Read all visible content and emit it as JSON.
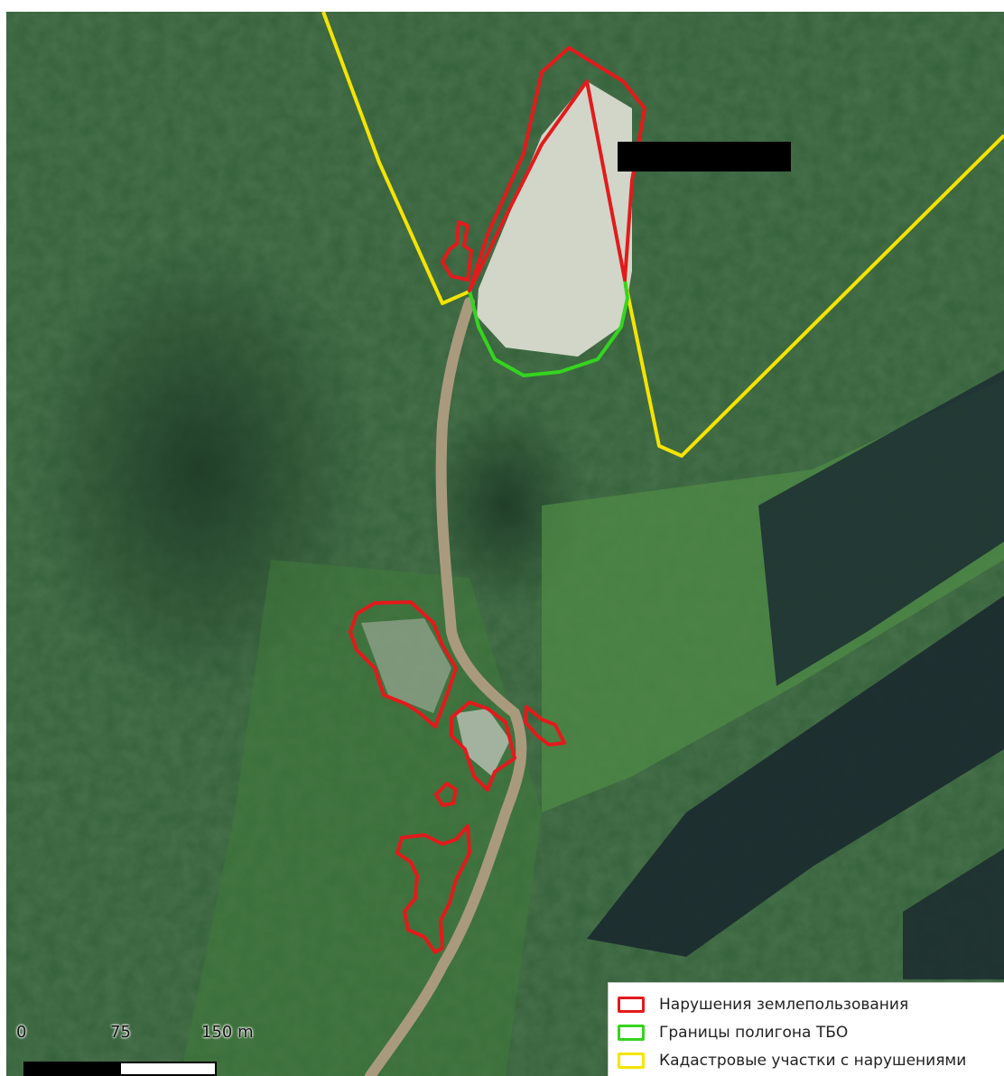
{
  "map": {
    "layers": [
      {
        "name": "violations",
        "color": "#e31a1c"
      },
      {
        "name": "landfill-boundary",
        "color": "#35d41f"
      },
      {
        "name": "cadastral-parcels",
        "color": "#f5e400"
      }
    ]
  },
  "legend": {
    "items": [
      {
        "label": "Нарушения землепользования",
        "color": "#e31a1c"
      },
      {
        "label": "Границы полигона ТБО",
        "color": "#35d41f"
      },
      {
        "label": "Кадастровые участки с нарушениями",
        "color": "#f5e400"
      }
    ]
  },
  "scalebar": {
    "labels": [
      "0",
      "75",
      "150 m"
    ]
  }
}
